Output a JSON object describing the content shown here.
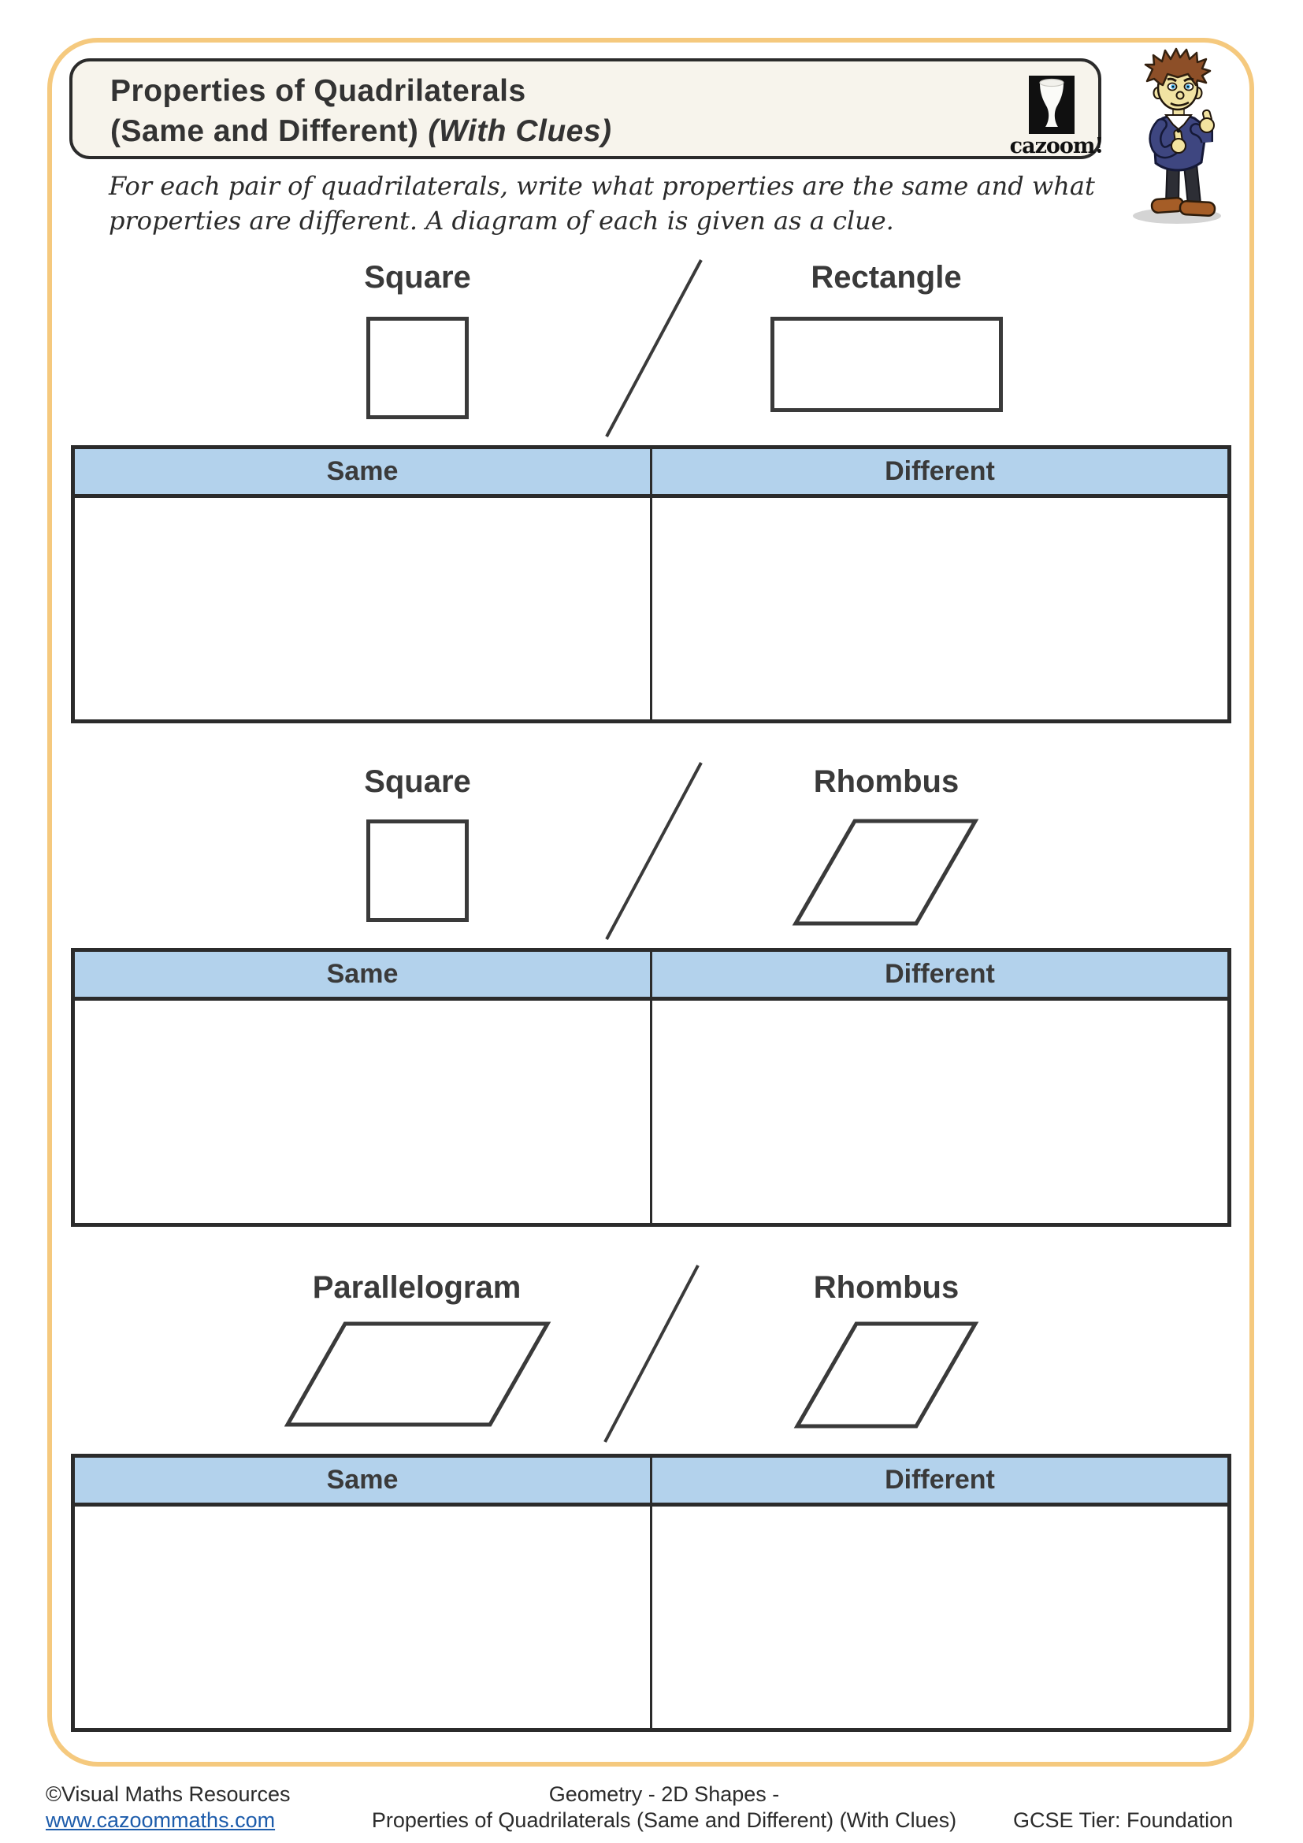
{
  "header": {
    "title_line1": "Properties of Quadrilaterals",
    "title_line2_main": "(Same and Different)",
    "title_line2_italic": "(With Clues)",
    "logo_text": "cazoom!"
  },
  "instructions": {
    "line1": "For each pair of quadrilaterals, write what properties are the same and what",
    "line2": "properties are different. A diagram of each is given as a clue."
  },
  "sections": [
    {
      "left_shape": "Square",
      "right_shape": "Rectangle",
      "same_label": "Same",
      "different_label": "Different"
    },
    {
      "left_shape": "Square",
      "right_shape": "Rhombus",
      "same_label": "Same",
      "different_label": "Different"
    },
    {
      "left_shape": "Parallelogram",
      "right_shape": "Rhombus",
      "same_label": "Same",
      "different_label": "Different"
    }
  ],
  "footer": {
    "copyright": "©Visual Maths Resources",
    "website": "www.cazoommaths.com",
    "center_line1": "Geometry - 2D Shapes -",
    "center_line2": "Properties of Quadrilaterals (Same and Different) (With Clues)",
    "tier": "GCSE Tier: Foundation"
  },
  "colors": {
    "page_border": "#F5C97E",
    "table_header_blue": "#B3D2EC",
    "table_border": "#2B2B2B",
    "title_box_bg": "#F7F4EC"
  }
}
